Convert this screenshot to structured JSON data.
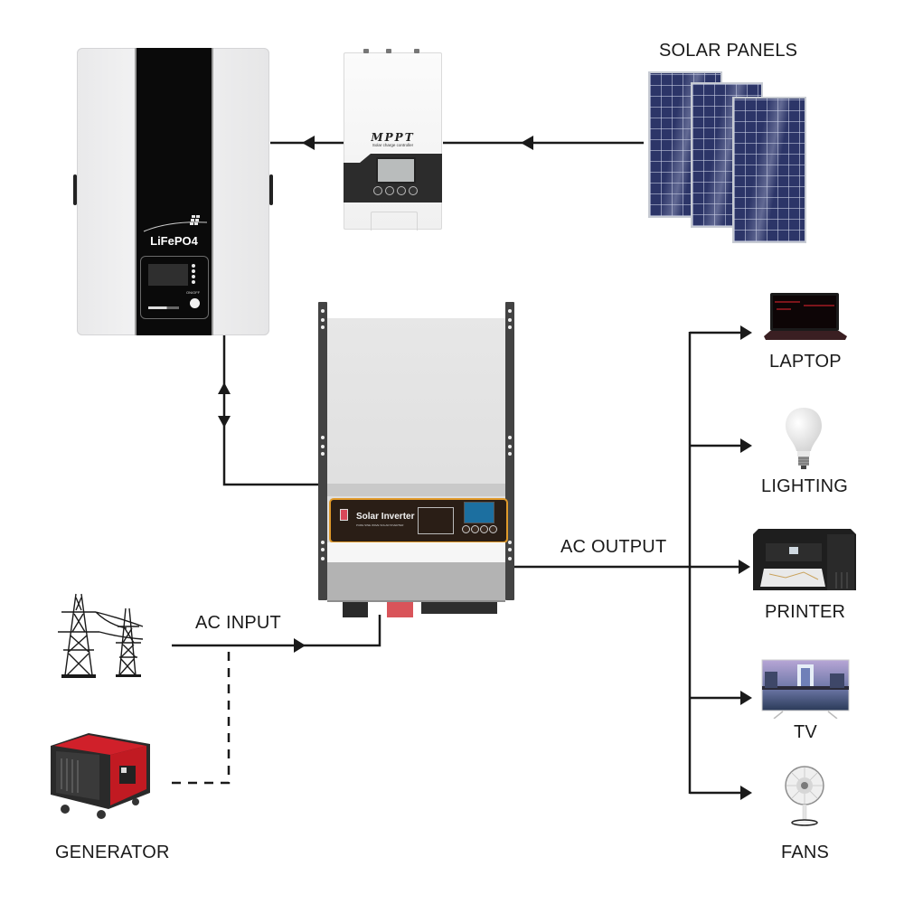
{
  "diagram": {
    "title": "Off-grid solar inverter system wiring diagram",
    "components": {
      "battery": {
        "label": "LiFePO4",
        "power_button_label": "ON/OFF",
        "icon": "battery-pack-icon"
      },
      "charge_controller": {
        "brand": "MPPT",
        "subtitle": "Solar charge controller",
        "icon": "mppt-controller-icon"
      },
      "solar_panels": {
        "label": "SOLAR PANELS",
        "count": 3,
        "icon": "solar-panel-icon"
      },
      "inverter": {
        "brand": "Solar Inverter",
        "subtitle": "PURE SINE WAVE SOLAR INVERTER",
        "icon": "solar-inverter-icon"
      },
      "grid": {
        "label": "",
        "icon": "power-tower-icon"
      },
      "generator": {
        "label": "GENERATOR",
        "icon": "generator-icon"
      }
    },
    "connections": {
      "ac_input_label": "AC INPUT",
      "ac_output_label": "AC OUTPUT"
    },
    "loads": [
      {
        "label": "LAPTOP",
        "icon": "laptop-icon"
      },
      {
        "label": "LIGHTING",
        "icon": "light-bulb-icon"
      },
      {
        "label": "PRINTER",
        "icon": "printer-icon"
      },
      {
        "label": "TV",
        "icon": "tv-icon"
      },
      {
        "label": "FANS",
        "icon": "fan-icon"
      }
    ],
    "colors": {
      "line": "#1a1a1a",
      "inverter_accent": "#e19a2a",
      "panel_blue": "#2c3568",
      "generator_red": "#d0202a"
    }
  }
}
